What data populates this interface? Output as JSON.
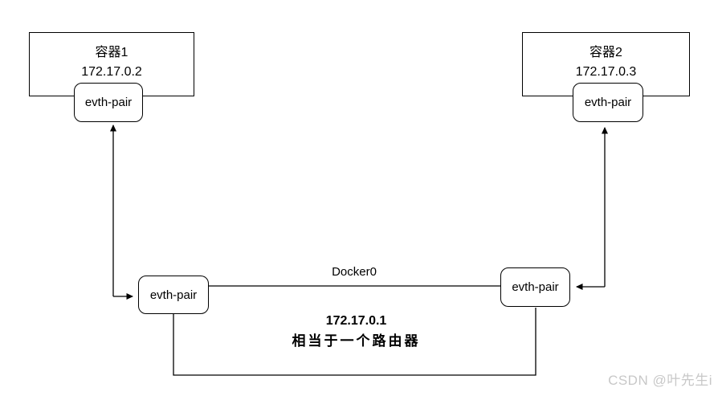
{
  "diagram": {
    "background_color": "#ffffff",
    "stroke_color": "#000000",
    "watermark_color": "#c8c8c8",
    "containers": [
      {
        "name": "容器1",
        "ip": "172.17.0.2"
      },
      {
        "name": "容器2",
        "ip": "172.17.0.3"
      }
    ],
    "veth_label": "evth-pair",
    "bridge": {
      "label": "Docker0",
      "ip": "172.17.0.1",
      "note": "相当于一个路由器"
    },
    "watermark": "CSDN @叶先生i"
  }
}
